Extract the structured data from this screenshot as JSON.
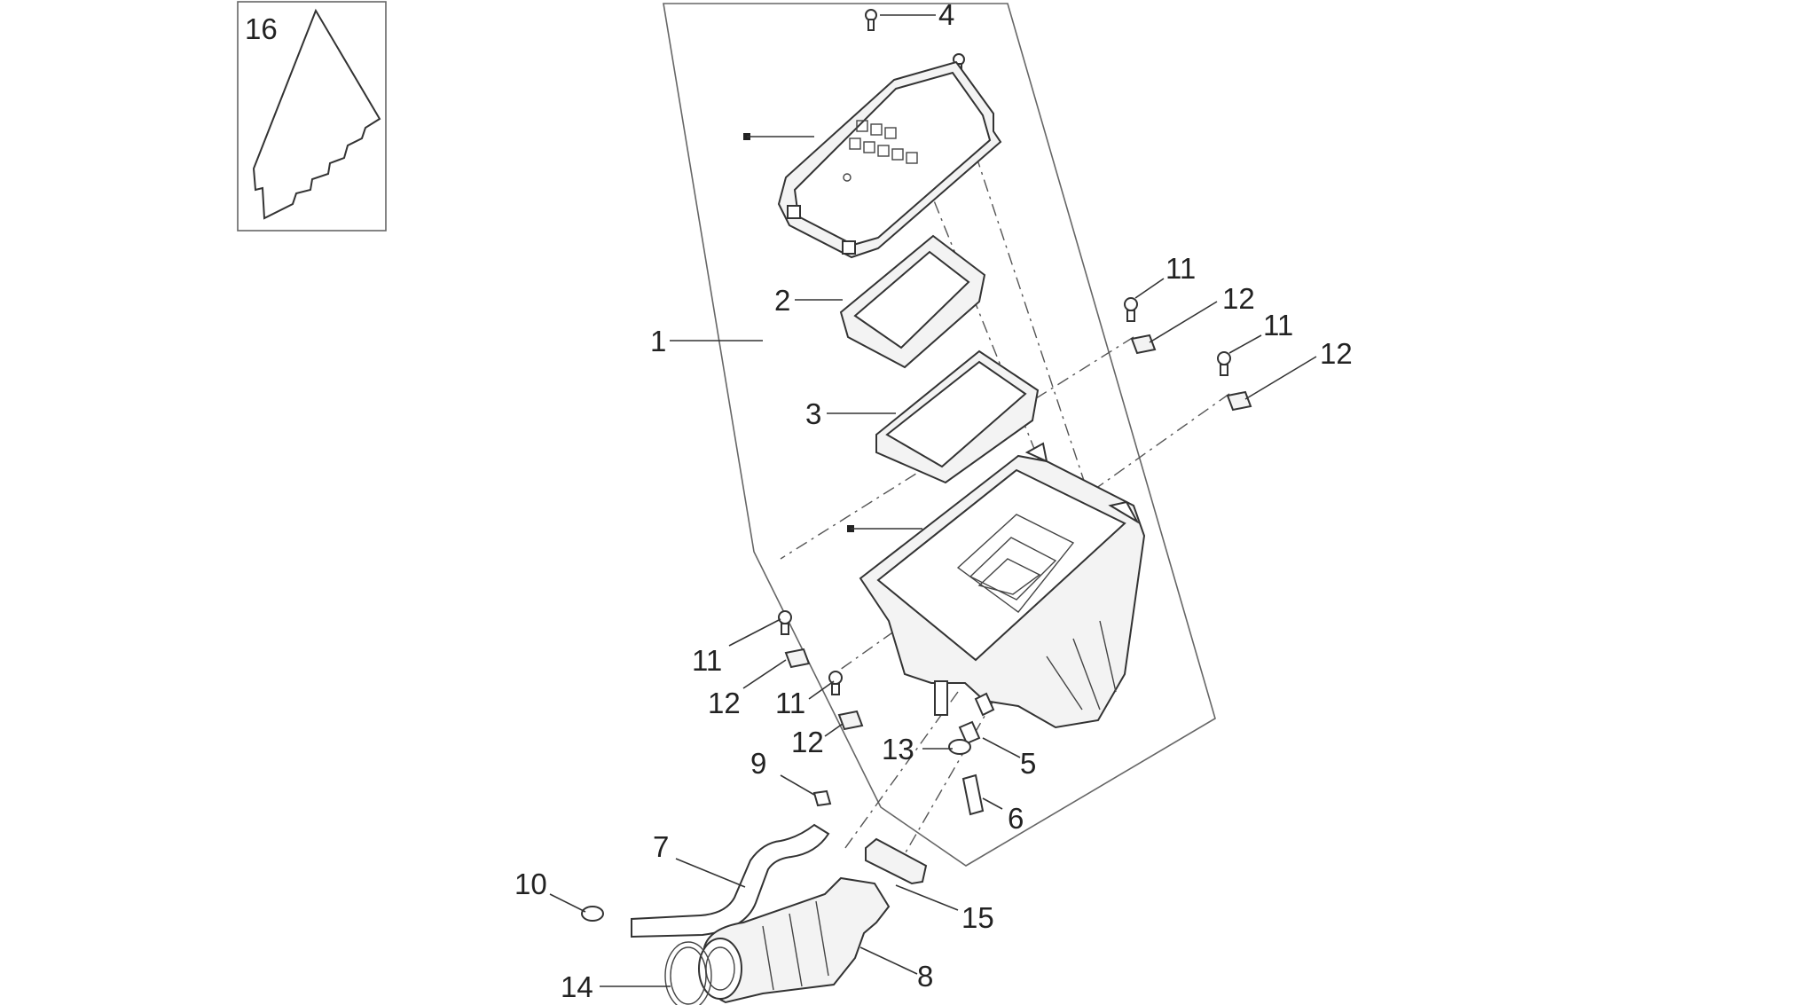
{
  "labels": {
    "l1": "1",
    "l2": "2",
    "l3": "3",
    "l4": "4",
    "l5": "5",
    "l6": "6",
    "l7": "7",
    "l8": "8",
    "l9": "9",
    "l10": "10",
    "l11a": "11",
    "l11b": "11",
    "l11c": "11",
    "l11d": "11",
    "l12a": "12",
    "l12b": "12",
    "l12c": "12",
    "l12d": "12",
    "l13": "13",
    "l14": "14",
    "l15": "15",
    "l16": "16"
  },
  "colors": {
    "line": "#333333",
    "frame": "#666666",
    "fill": "#f3f3f3",
    "background": "#ffffff"
  }
}
